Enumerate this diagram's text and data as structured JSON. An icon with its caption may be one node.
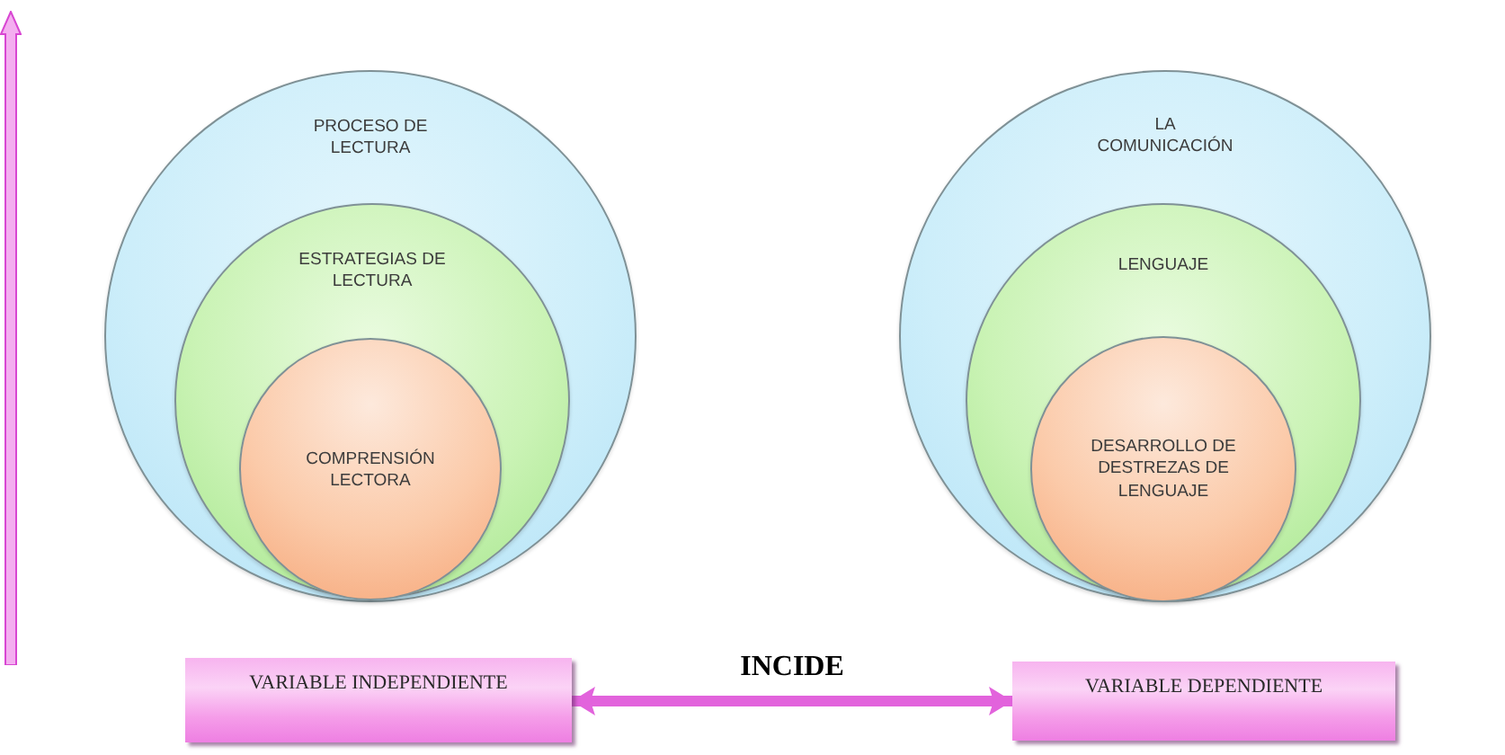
{
  "diagram": {
    "nodes": [
      {
        "text": [
          "PROCESO DE LECTURA"
        ]
      },
      {
        "text": [
          "ESTRATEGIAS DE LECTURA"
        ],
        "in": 0
      },
      {
        "text": [
          "COMPRENSIÓN LECTORA"
        ],
        "in": 1
      },
      {
        "text": [
          "LA COMUNICACIÓN"
        ]
      },
      {
        "text": [
          "LENGUAJE"
        ],
        "in": 3
      },
      {
        "text": [
          "DESARROLLO DE DESTREZAS DE LENGUAJE"
        ],
        "in": 4
      },
      {
        "text": [
          "VARIABLE INDEPENDIENTE"
        ]
      },
      {
        "text": [
          "VARIABLE DEPENDIENTE"
        ]
      }
    ],
    "edges": [
      {
        "from": 6,
        "to": 7,
        "arrow": "both",
        "label": "INCIDE"
      }
    ]
  }
}
